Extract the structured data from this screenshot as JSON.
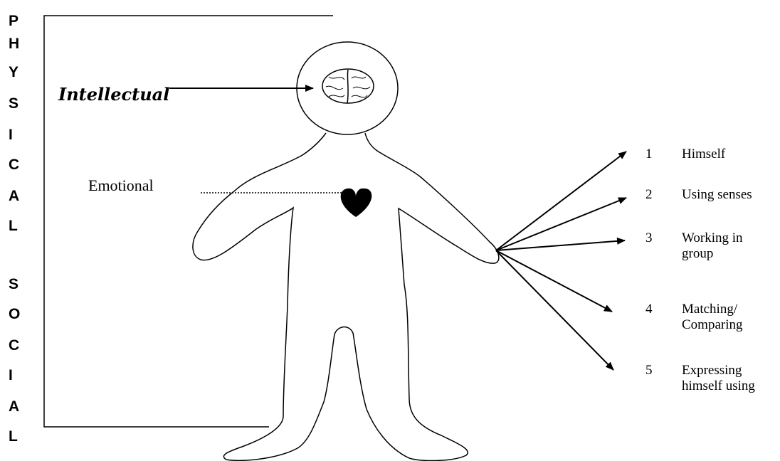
{
  "side_letters": [
    "P",
    "H",
    "Y",
    "S",
    "I",
    "C",
    "A",
    "L",
    "S",
    "O",
    "C",
    "I",
    "A",
    "L"
  ],
  "labels": {
    "intellectual": "Intellectual",
    "emotional": "Emotional"
  },
  "items": [
    {
      "num": "1",
      "text": "Himself"
    },
    {
      "num": "2",
      "text": "Using senses"
    },
    {
      "num": "3",
      "text": "Working in\ngroup"
    },
    {
      "num": "4",
      "text": "Matching/\nComparing"
    },
    {
      "num": "5",
      "text": "Expressing\nhimself using"
    }
  ]
}
